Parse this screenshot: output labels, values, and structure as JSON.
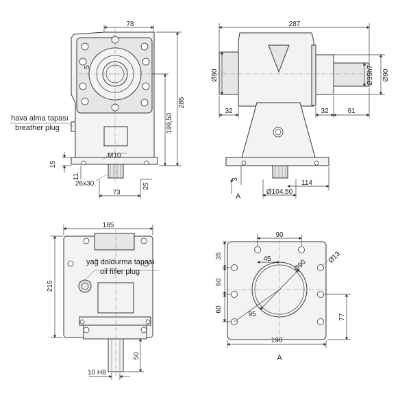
{
  "views": {
    "front": {
      "dims": {
        "top_width": "78",
        "height_total": "285",
        "height_axis": "199,50",
        "foot": "15",
        "base_offset": "11",
        "key": "26x30",
        "shaft_pos": "73",
        "base_gap": "25",
        "small": "5"
      },
      "thread": "M10",
      "breather_tr": "hava alma tapası",
      "breather_en": "breather plug"
    },
    "side": {
      "dims": {
        "width_total": "287",
        "dia_left": "Ø90",
        "flange_l": "32",
        "flange_r": "32",
        "shaft_len": "61",
        "dia_shaft": "Ø35h7",
        "dia_right": "Ø90",
        "bolt_circle": "Ø104,50",
        "offset": "114",
        "gap": "3"
      },
      "view_letter": "A"
    },
    "top": {
      "dims": {
        "width": "185",
        "height": "215",
        "shaft_len": "50",
        "key": "10 H8"
      },
      "filler_tr": "yağ doldurma tapası",
      "filler_en": "oil filler plug"
    },
    "flange": {
      "dims": {
        "bolt_span_top": "90",
        "h1": "35",
        "half_span": "45",
        "bore": "Ø90",
        "hole": "Ø13",
        "v1": "60",
        "v2": "60",
        "radius": "95",
        "right_v": "77",
        "width": "190"
      },
      "view_letter": "A"
    }
  }
}
